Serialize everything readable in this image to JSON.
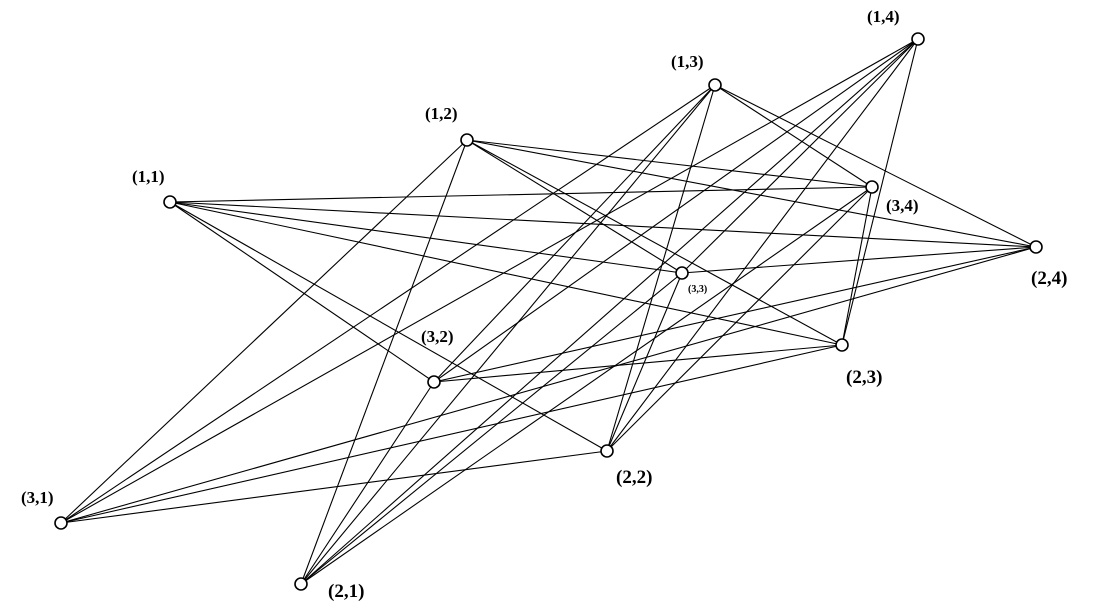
{
  "diagram": {
    "nodes": [
      {
        "id": "n11",
        "label": "(1,1)"
      },
      {
        "id": "n12",
        "label": "(1,2)"
      },
      {
        "id": "n13",
        "label": "(1,3)"
      },
      {
        "id": "n14",
        "label": "(1,4)"
      },
      {
        "id": "n21",
        "label": "(2,1)"
      },
      {
        "id": "n22",
        "label": "(2,2)"
      },
      {
        "id": "n23",
        "label": "(2,3)"
      },
      {
        "id": "n24",
        "label": "(2,4)"
      },
      {
        "id": "n31",
        "label": "(3,1)"
      },
      {
        "id": "n32",
        "label": "(3,2)"
      },
      {
        "id": "n33",
        "label": "(3,3)"
      },
      {
        "id": "n34",
        "label": "(3,4)"
      }
    ]
  }
}
